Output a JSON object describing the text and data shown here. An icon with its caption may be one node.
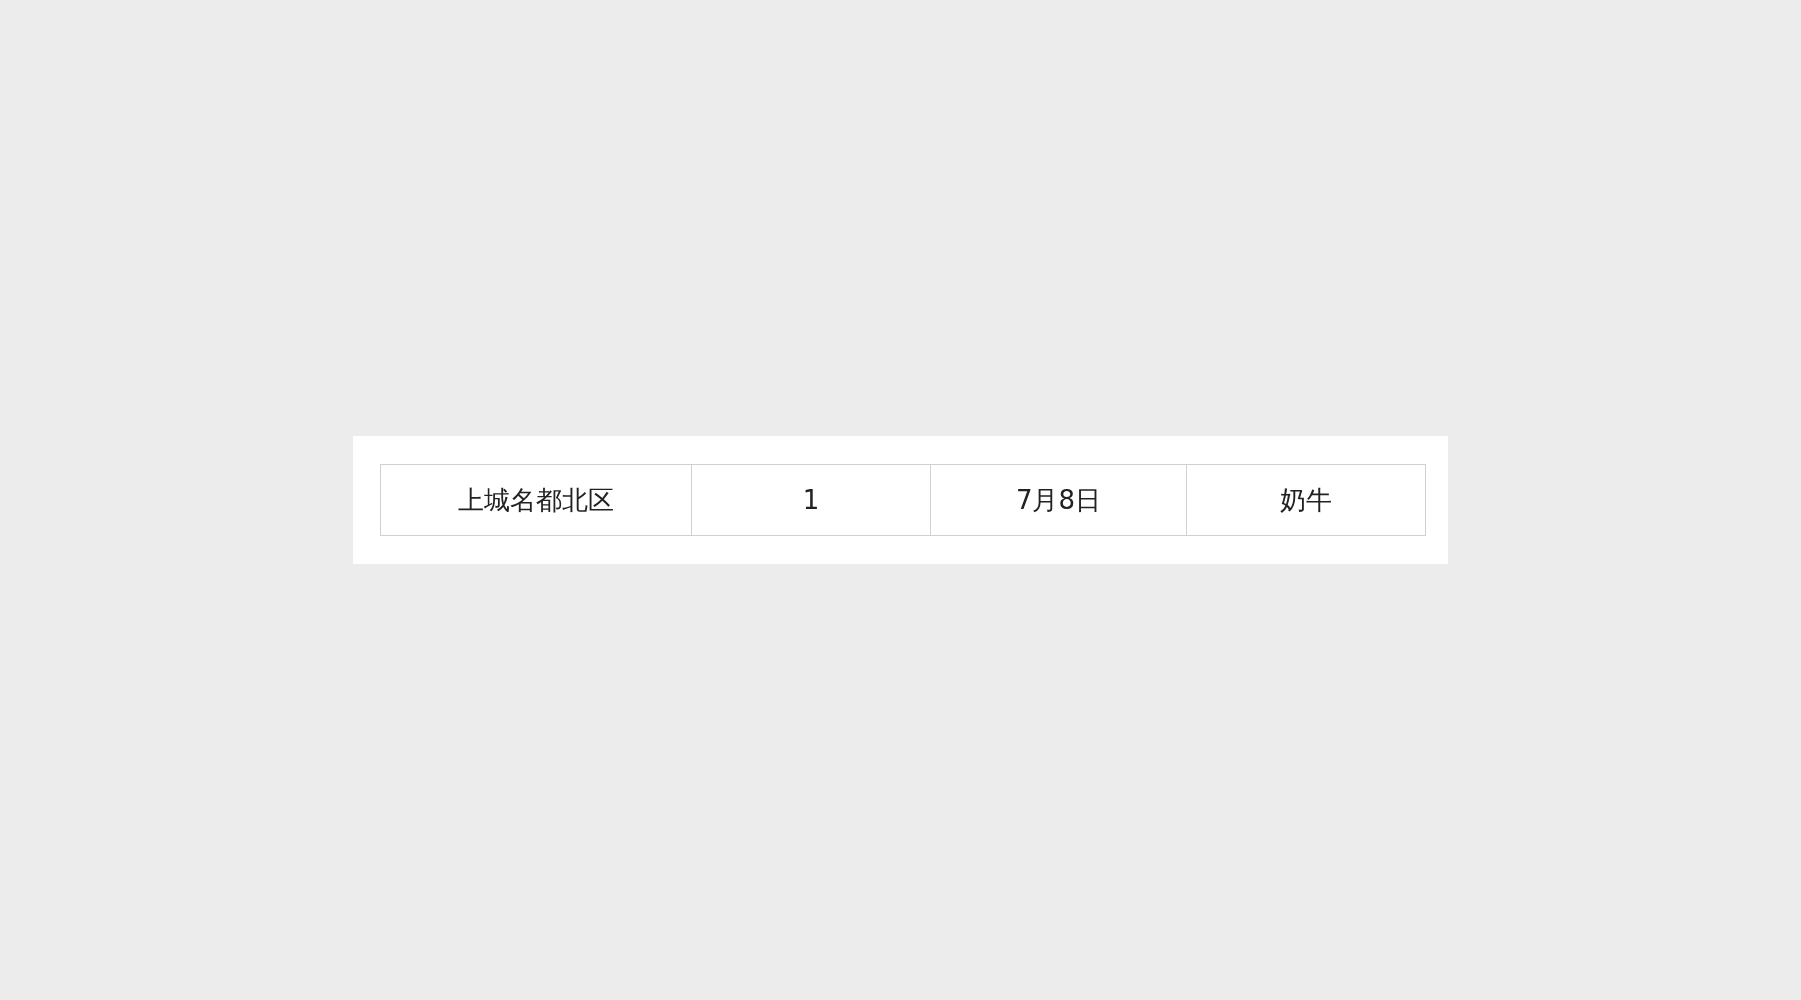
{
  "diagram": {
    "labels": [
      "上城名都北区",
      "1",
      "7月8日",
      "奶牛"
    ]
  }
}
